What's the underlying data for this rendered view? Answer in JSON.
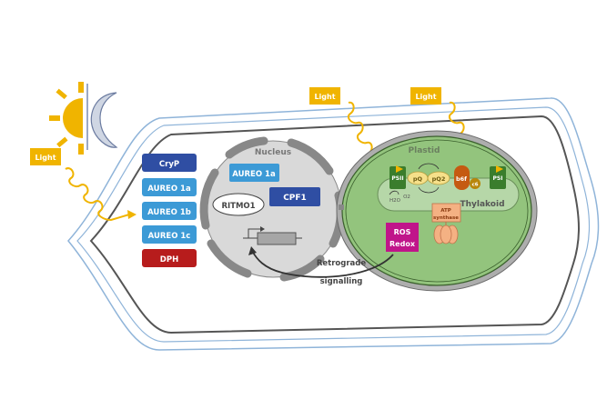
{
  "light_labels": [
    "Light",
    "Light",
    "Light"
  ],
  "cytoplasm_photoreceptors": [
    {
      "label": "CryP",
      "color": "#2f4ea3"
    },
    {
      "label": "AUREO 1a",
      "color": "#3c9ad6"
    },
    {
      "label": "AUREO 1b",
      "color": "#3c9ad6"
    },
    {
      "label": "AUREO 1c",
      "color": "#3c9ad6"
    },
    {
      "label": "DPH",
      "color": "#b71c1c"
    }
  ],
  "nucleus": {
    "title": "Nucleus",
    "aureo": "AUREO 1a",
    "cpf": "CPF1",
    "ritmo": "RITMO1"
  },
  "plastid": {
    "title": "Plastid",
    "thylakoid": "Thylakoid",
    "psii": "PSII",
    "psi": "PSI",
    "pq": "pQ",
    "pq2": "pQ2",
    "b6f": "b6f",
    "c6": "c6",
    "water": "H2O",
    "oxygen": "O2",
    "atp_line1": "ATP",
    "atp_line2": "synthase",
    "ros_line1": "ROS",
    "ros_line2": "Redox"
  },
  "retrograde": {
    "line1": "Retrograde",
    "line2": "signalling"
  },
  "colors": {
    "light": "#f0b400",
    "cell_outer": "#8fb4d9",
    "membrane": "#555555",
    "nucleus_fill": "#d9d9d9",
    "plastid_fill": "#93c47d",
    "thylakoid_fill": "#b6d7a8",
    "ps_green": "#3a7d2c",
    "pq_yellow": "#f6e08a",
    "b6f_orange": "#c55a11",
    "c6_olive": "#b8860b",
    "atp_peach": "#f4b183",
    "ros_magenta": "#c0158a"
  }
}
